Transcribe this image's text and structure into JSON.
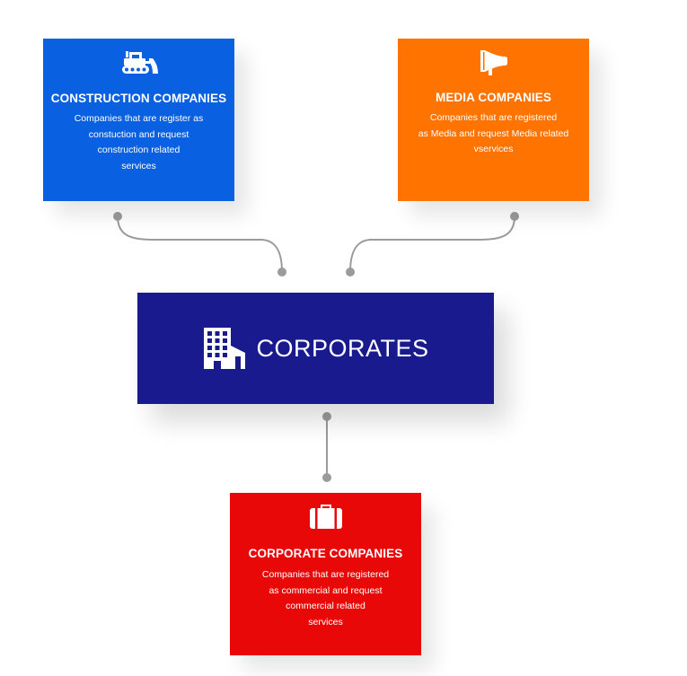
{
  "colors": {
    "construction": "#0960e0",
    "media": "#ff7300",
    "center": "#1a1a8f",
    "corporate": "#e80808",
    "connector": "#9b9b9b"
  },
  "center": {
    "title": "CORPORATES",
    "icon": "building-icon"
  },
  "cards": {
    "construction": {
      "icon": "bulldozer-icon",
      "title": "CONSTRUCTION COMPANIES",
      "description": "Companies that are register as\nconstuction and request\nconstruction related\nservices"
    },
    "media": {
      "icon": "megaphone-icon",
      "title": "MEDIA COMPANIES",
      "description": "Companies that are registered\nas Media and request Media related\nvservices"
    },
    "corporate": {
      "icon": "briefcase-icon",
      "title": "CORPORATE COMPANIES",
      "description": "Companies that are registered\nas commercial and request\ncommercial related\nservices"
    }
  }
}
